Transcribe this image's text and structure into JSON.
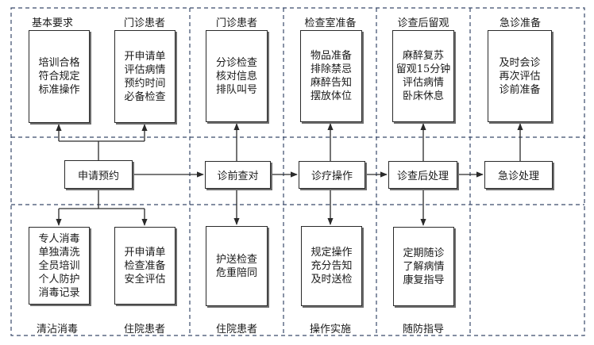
{
  "top_labels": {
    "col1a": "基本要求",
    "col1b": "门诊患者",
    "col2": "门诊患者",
    "col3": "检查室准备",
    "col4": "诊查后留观",
    "col5": "急诊准备"
  },
  "bottom_labels": {
    "col1a": "清沾消毒",
    "col1b": "住院患者",
    "col2": "住院患者",
    "col3": "操作实施",
    "col4": "随防指导"
  },
  "top_boxes": {
    "col1a": [
      "培训合格",
      "符合规定",
      "标准操作"
    ],
    "col1b": [
      "开申请单",
      "评估病情",
      "预约时间",
      "必备检查"
    ],
    "col2": [
      "分诊检查",
      "核对信息",
      "排队叫号"
    ],
    "col3": [
      "物品准备",
      "排除禁忌",
      "麻醉告知",
      "摆放体位"
    ],
    "col4": [
      "麻醉复苏",
      "留观15分钟",
      "评估病情",
      "卧床休息"
    ],
    "col5": [
      "及时会诊",
      "再次评估",
      "诊前准备"
    ]
  },
  "bottom_boxes": {
    "col1a": [
      "专人消毒",
      "单独清洗",
      "全员培训",
      "个人防护",
      "消毒记录"
    ],
    "col1b": [
      "开申请单",
      "检查准备",
      "安全评估"
    ],
    "col2": [
      "护送检查",
      "危重陪同"
    ],
    "col3": [
      "规定操作",
      "充分告知",
      "及时送检"
    ],
    "col4": [
      "定期随诊",
      "了解病情",
      "康复指导"
    ]
  },
  "flow_nodes": {
    "apply": "申请预约",
    "precheck": "诊前查对",
    "procedure": "诊疗操作",
    "post": "诊查后处理",
    "emergency": "急诊处理"
  }
}
